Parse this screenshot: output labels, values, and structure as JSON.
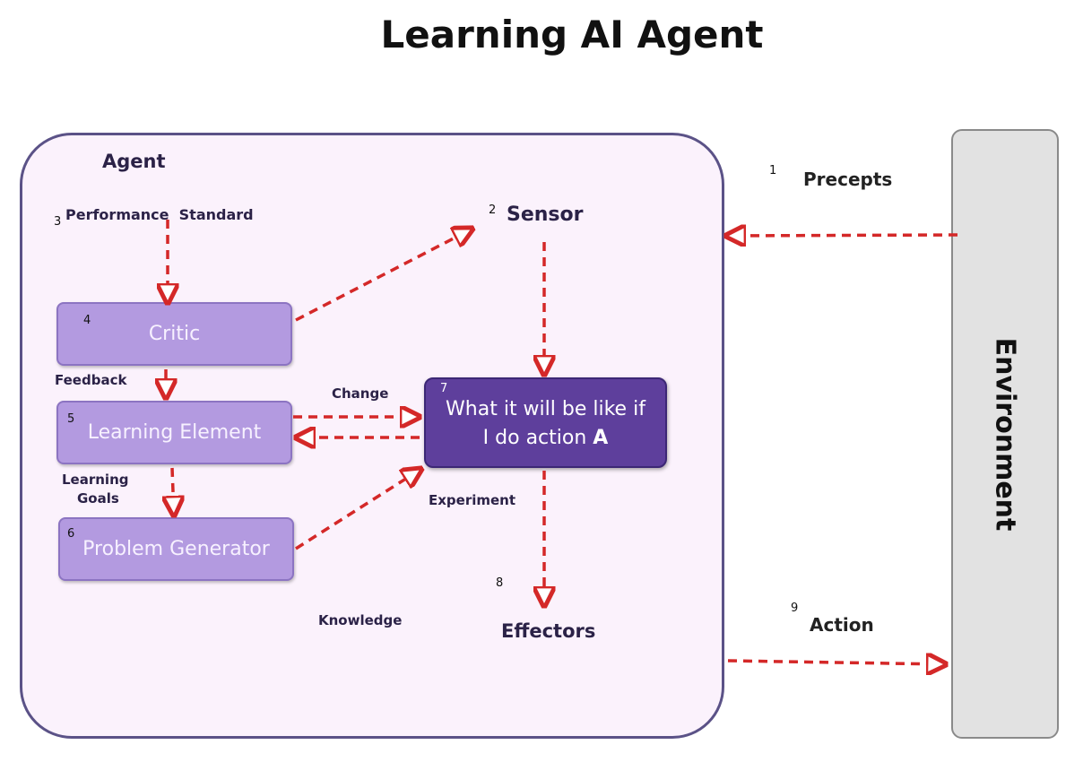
{
  "title": "Learning AI Agent",
  "agent": {
    "label": "Agent"
  },
  "environment": {
    "label": "Environment"
  },
  "components": {
    "performance_standard": {
      "num": "3",
      "label": "Performance  Standard"
    },
    "critic": {
      "num": "4",
      "label": "Critic"
    },
    "learning_element": {
      "num": "5",
      "label": "Learning Element"
    },
    "problem_generator": {
      "num": "6",
      "label": "Problem Generator"
    },
    "sensor": {
      "num": "2",
      "label": "Sensor"
    },
    "action_box": {
      "num": "7",
      "line1": "What it will be like if",
      "line2": "I do action",
      "line2_emphasis": "A"
    },
    "effectors": {
      "num": "8",
      "label": "Effectors"
    }
  },
  "labels": {
    "feedback": "Feedback",
    "change": "Change",
    "learning_goals_1": "Learning",
    "learning_goals_2": "Goals",
    "experiment": "Experiment",
    "knowledge": "Knowledge",
    "precepts_num": "1",
    "precepts": "Precepts",
    "action_num": "9",
    "action": "Action"
  },
  "colors": {
    "arrow": "#d42828",
    "agent_fill": "#fbf2fc",
    "agent_border": "#5b5287",
    "component_fill": "#b39ae0",
    "action_fill": "#5e3f9c",
    "environment_fill": "#e2e2e2"
  }
}
